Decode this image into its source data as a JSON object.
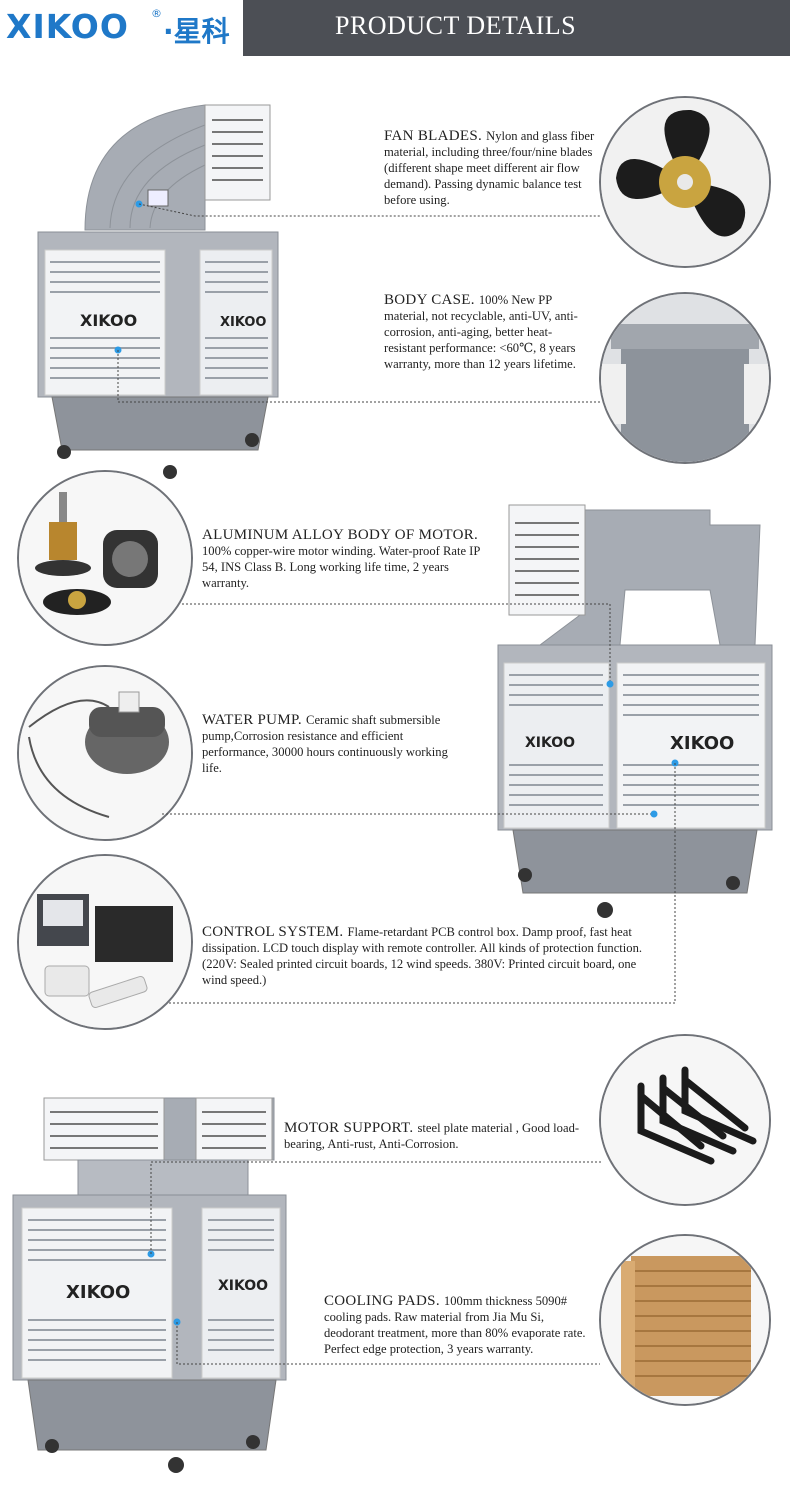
{
  "header": {
    "brand": "XIKOO",
    "registered": "®",
    "brand_cn": "·星科",
    "title": "PRODUCT DETAILS"
  },
  "features": [
    {
      "title": "FAN BLADES.",
      "text": "Nylon and glass fiber material, including three/four/nine blades (different shape meet different air flow demand). Passing dynamic balance test before using."
    },
    {
      "title": "BODY CASE.",
      "text": "100% New PP material, not recyclable, anti-UV, anti-corrosion, anti-aging, better heat-resistant performance: <60℃, 8 years warranty, more than 12 years lifetime."
    },
    {
      "title": "ALUMINUM ALLOY BODY OF MOTOR.",
      "text": "100% copper-wire motor winding. Water-proof Rate IP 54, INS Class B. Long working life time, 2 years warranty."
    },
    {
      "title": "WATER PUMP.",
      "text": "Ceramic shaft submersible pump,Corrosion resistance and efficient performance, 30000 hours continuously working life."
    },
    {
      "title": "CONTROL SYSTEM.",
      "text": "Flame-retardant PCB control box. Damp proof, fast heat dissipation. LCD touch display with remote controller. All kinds of protection function. (220V: Sealed printed circuit boards, 12 wind speeds. 380V: Printed circuit board, one wind speed.)"
    },
    {
      "title": "MOTOR SUPPORT.",
      "text": "steel plate material , Good load-bearing, Anti-rust, Anti-Corrosion."
    },
    {
      "title": "COOLING PADS.",
      "text": "100mm thickness 5090# cooling pads. Raw material from Jia Mu Si, deodorant treatment, more than 80% evaporate rate. Perfect edge protection, 3 years warranty."
    }
  ],
  "product_labels": {
    "cooler_logo": "XIKOO"
  },
  "colors": {
    "header_bg": "#4c4f55",
    "brand_blue": "#1f78c8",
    "cooler_gray": "#9ea3ab",
    "cooler_white": "#f2f3f5",
    "accent_dot": "#2d9be6"
  }
}
